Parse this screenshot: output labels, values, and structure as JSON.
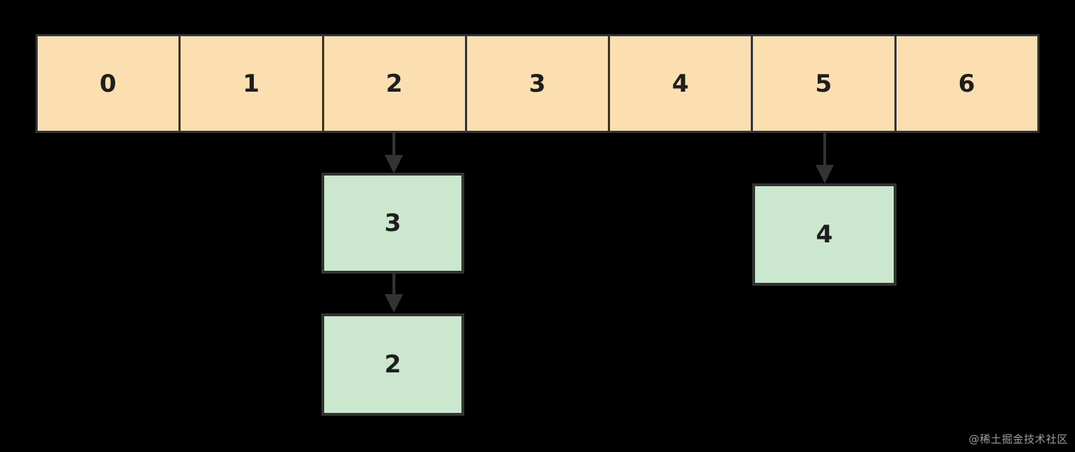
{
  "diagram": {
    "title": "hash-table-with-chaining",
    "background_color": "#000000",
    "array": {
      "name": "bucket-array",
      "fill_color": "#fcdfb0",
      "border_color": "#333333",
      "cells": [
        {
          "label": "0"
        },
        {
          "label": "1"
        },
        {
          "label": "2"
        },
        {
          "label": "3"
        },
        {
          "label": "4"
        },
        {
          "label": "5"
        },
        {
          "label": "6"
        }
      ]
    },
    "nodes": [
      {
        "id": "node-3",
        "label": "3",
        "fill_color": "#cbe7cd",
        "border_color": "#333333"
      },
      {
        "id": "node-2",
        "label": "2",
        "fill_color": "#cbe7cd",
        "border_color": "#333333"
      },
      {
        "id": "node-4",
        "label": "4",
        "fill_color": "#cbe7cd",
        "border_color": "#333333"
      }
    ],
    "arrows": [
      {
        "id": "arrow-cell2-node3",
        "from": "2",
        "to": "3",
        "direction": "down",
        "color": "#333333"
      },
      {
        "id": "arrow-node3-node2",
        "from": "3",
        "to": "2",
        "direction": "down",
        "color": "#333333"
      },
      {
        "id": "arrow-cell5-node4",
        "from": "5",
        "to": "4",
        "direction": "down",
        "color": "#333333"
      }
    ]
  },
  "watermark": {
    "text": "@稀土掘金技术社区",
    "color": "#b9b9b9"
  }
}
